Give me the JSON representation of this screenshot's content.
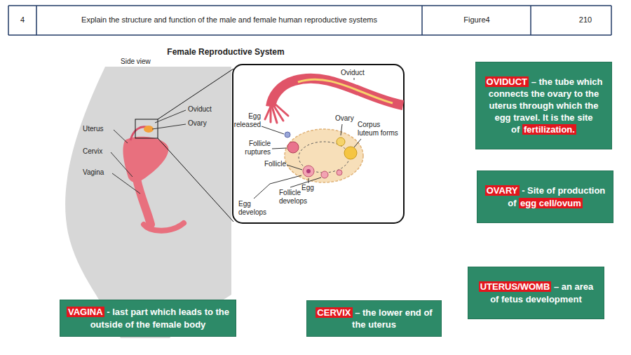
{
  "diagram": {
    "title": "Female Reproductive System",
    "nodes": [
      {
        "text": [
          "OVIDUCT",
          "– the tube which connects the ovary to the uterus through which the egg travel. It is the site of",
          "fertilization."
        ]
      },
      {
        "text": [
          "OVARY",
          "- Site of production of",
          "egg cell/ovum"
        ]
      },
      {
        "text": [
          "UTERUS/WOMB",
          "– an area of fetus development"
        ]
      },
      {
        "text": [
          "VAGINA",
          "- last part which leads to the outside of the female body"
        ]
      },
      {
        "text": [
          "CERVIX",
          "– the lower end of the uterus"
        ]
      }
    ],
    "labels": [
      "4",
      "Explain the structure and function of the male and female human reproductive systems",
      "Figure4",
      "210",
      "Side view",
      "Oviduct",
      "Ovary",
      "Uterus",
      "Cervix",
      "Vagina",
      "Oviduct",
      "Egg released",
      "Ovary",
      "Corpus luteum forms",
      "Follicle ruptures",
      "Follicle",
      "Egg",
      "Follicle develops",
      "Egg develops"
    ]
  }
}
